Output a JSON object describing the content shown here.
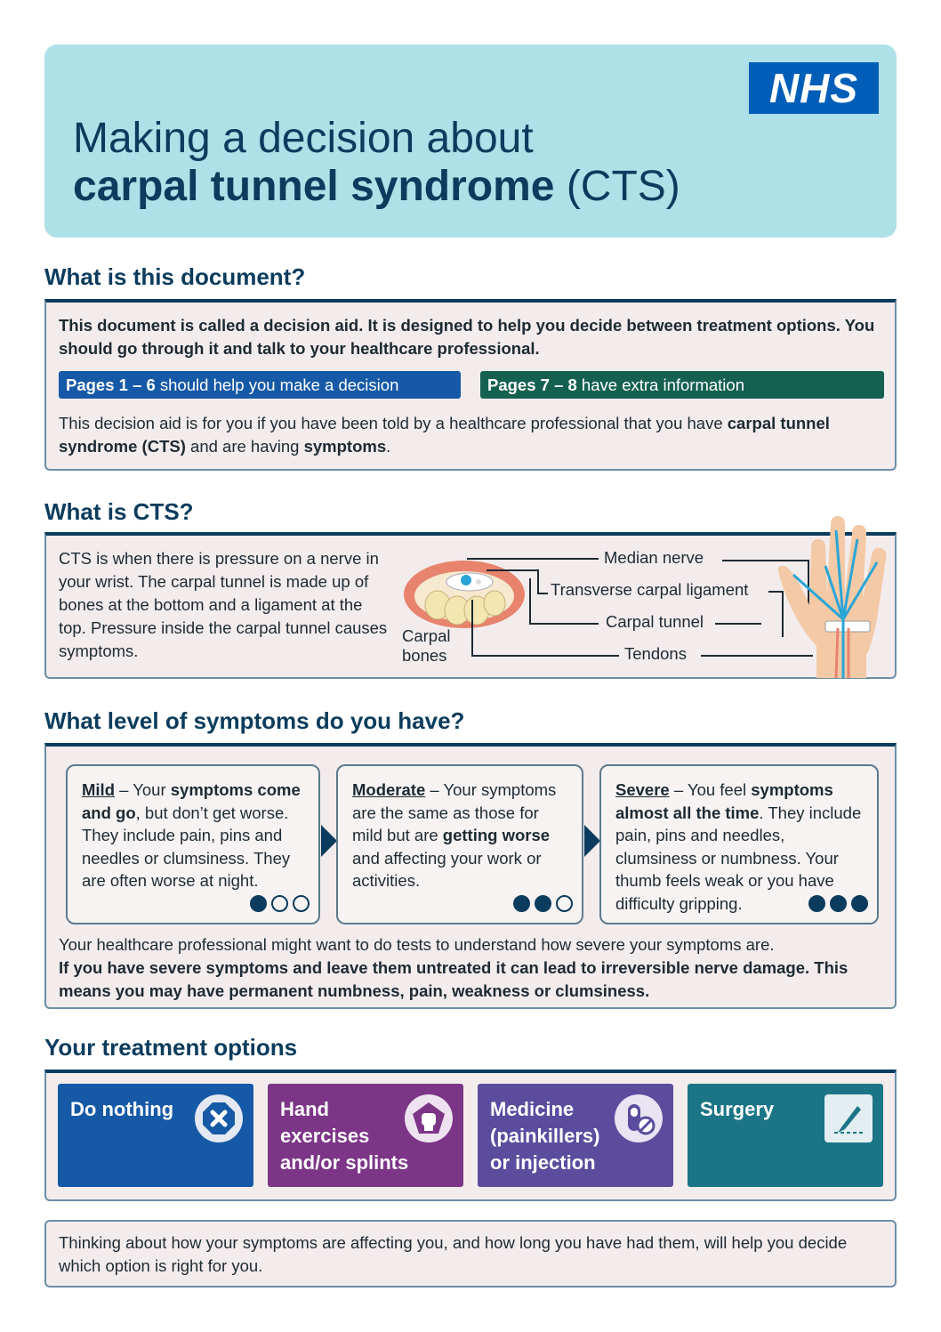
{
  "header": {
    "logo": "NHS",
    "title_line1": "Making a decision about",
    "title_bold": "carpal tunnel syndrome",
    "title_suffix": " (CTS)"
  },
  "doc_section": {
    "heading": "What is this document?",
    "intro": "This document is called a decision aid. It is designed to help you decide between treatment options. You should go through it and talk to your healthcare professional.",
    "pill1_bold": "Pages 1 – 6",
    "pill1_text": " should help you make a decision",
    "pill2_bold": "Pages 7 – 8",
    "pill2_text": " have extra information",
    "body_a": "This decision aid is for you if you have been told by a healthcare professional that you have ",
    "body_b": "carpal tunnel syndrome (CTS)",
    "body_c": " and are having ",
    "body_d": "symptoms",
    "body_e": "."
  },
  "cts_section": {
    "heading": "What is CTS?",
    "text": "CTS is when there is pressure on a nerve in your wrist. The carpal tunnel is made up of bones at the bottom and a ligament at the top. Pressure inside the carpal tunnel causes symptoms.",
    "labels": {
      "median_nerve": "Median nerve",
      "ligament": "Transverse carpal ligament",
      "tunnel": "Carpal tunnel",
      "tendons": "Tendons",
      "bones_1": "Carpal",
      "bones_2": "bones"
    }
  },
  "symptoms_section": {
    "heading": "What level of symptoms do you have?",
    "mild": {
      "title": "Mild",
      "t1": " – Your ",
      "b1": "symptoms come and go",
      "t2": ", but don’t get worse. They include pain, pins and needles or clumsiness. They are often worse at night.",
      "level": 1
    },
    "moderate": {
      "title": "Moderate",
      "t1": " – Your symptoms are the same as those for mild but are ",
      "b1": "getting worse",
      "t2": " and affecting your work or activities.",
      "level": 2
    },
    "severe": {
      "title": "Severe",
      "t1": " – You feel ",
      "b1": "symptoms almost all the time",
      "t2": ". They include pain, pins and needles, clumsiness or numbness. Your thumb feels weak or you have difficulty gripping.",
      "level": 3
    },
    "note": "Your healthcare professional might want to do tests to understand how severe your symptoms are.",
    "warning": "If you have severe symptoms and leave them untreated it can lead to irreversible nerve damage. This means you may have permanent numbness, pain, weakness or clumsiness."
  },
  "treatment_section": {
    "heading": "Your treatment options",
    "options": [
      {
        "label": "Do nothing",
        "color": "#1659a6",
        "icon": "x-icon"
      },
      {
        "label": "Hand exercises and/or splints",
        "color": "#7c3587",
        "icon": "fist-icon"
      },
      {
        "label": "Medicine (painkillers) or injection",
        "color": "#5b4c9e",
        "icon": "pill-icon"
      },
      {
        "label": "Surgery",
        "color": "#1b7586",
        "icon": "scalpel-icon"
      }
    ]
  },
  "footer_note": "Thinking about how your symptoms are affecting you, and how long you have had them, will help you decide which option is right for you."
}
